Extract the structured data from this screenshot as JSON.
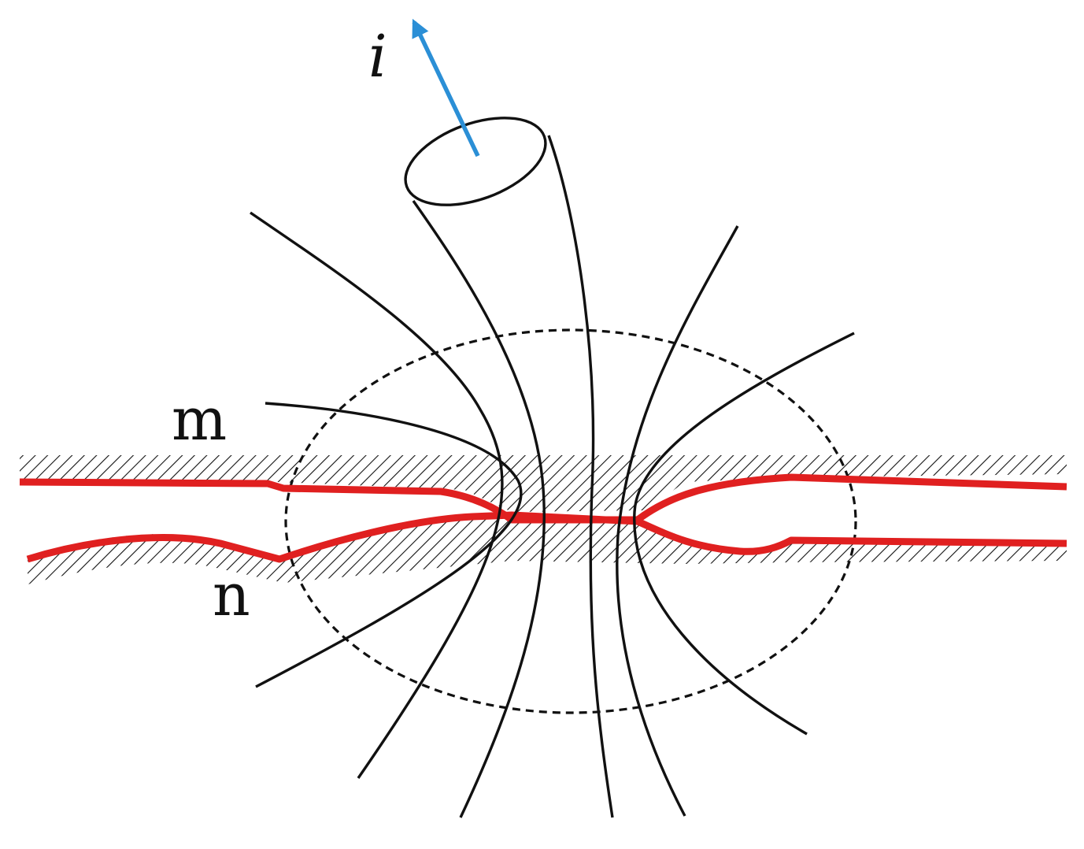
{
  "labels": {
    "current": "i",
    "upper_surface": "m",
    "lower_surface": "n"
  },
  "colors": {
    "current_arrow": "#2b8fd6",
    "conductor_lines": "#e02020",
    "field_lines": "#111111",
    "hatching": "#111111",
    "background": "#ffffff"
  }
}
